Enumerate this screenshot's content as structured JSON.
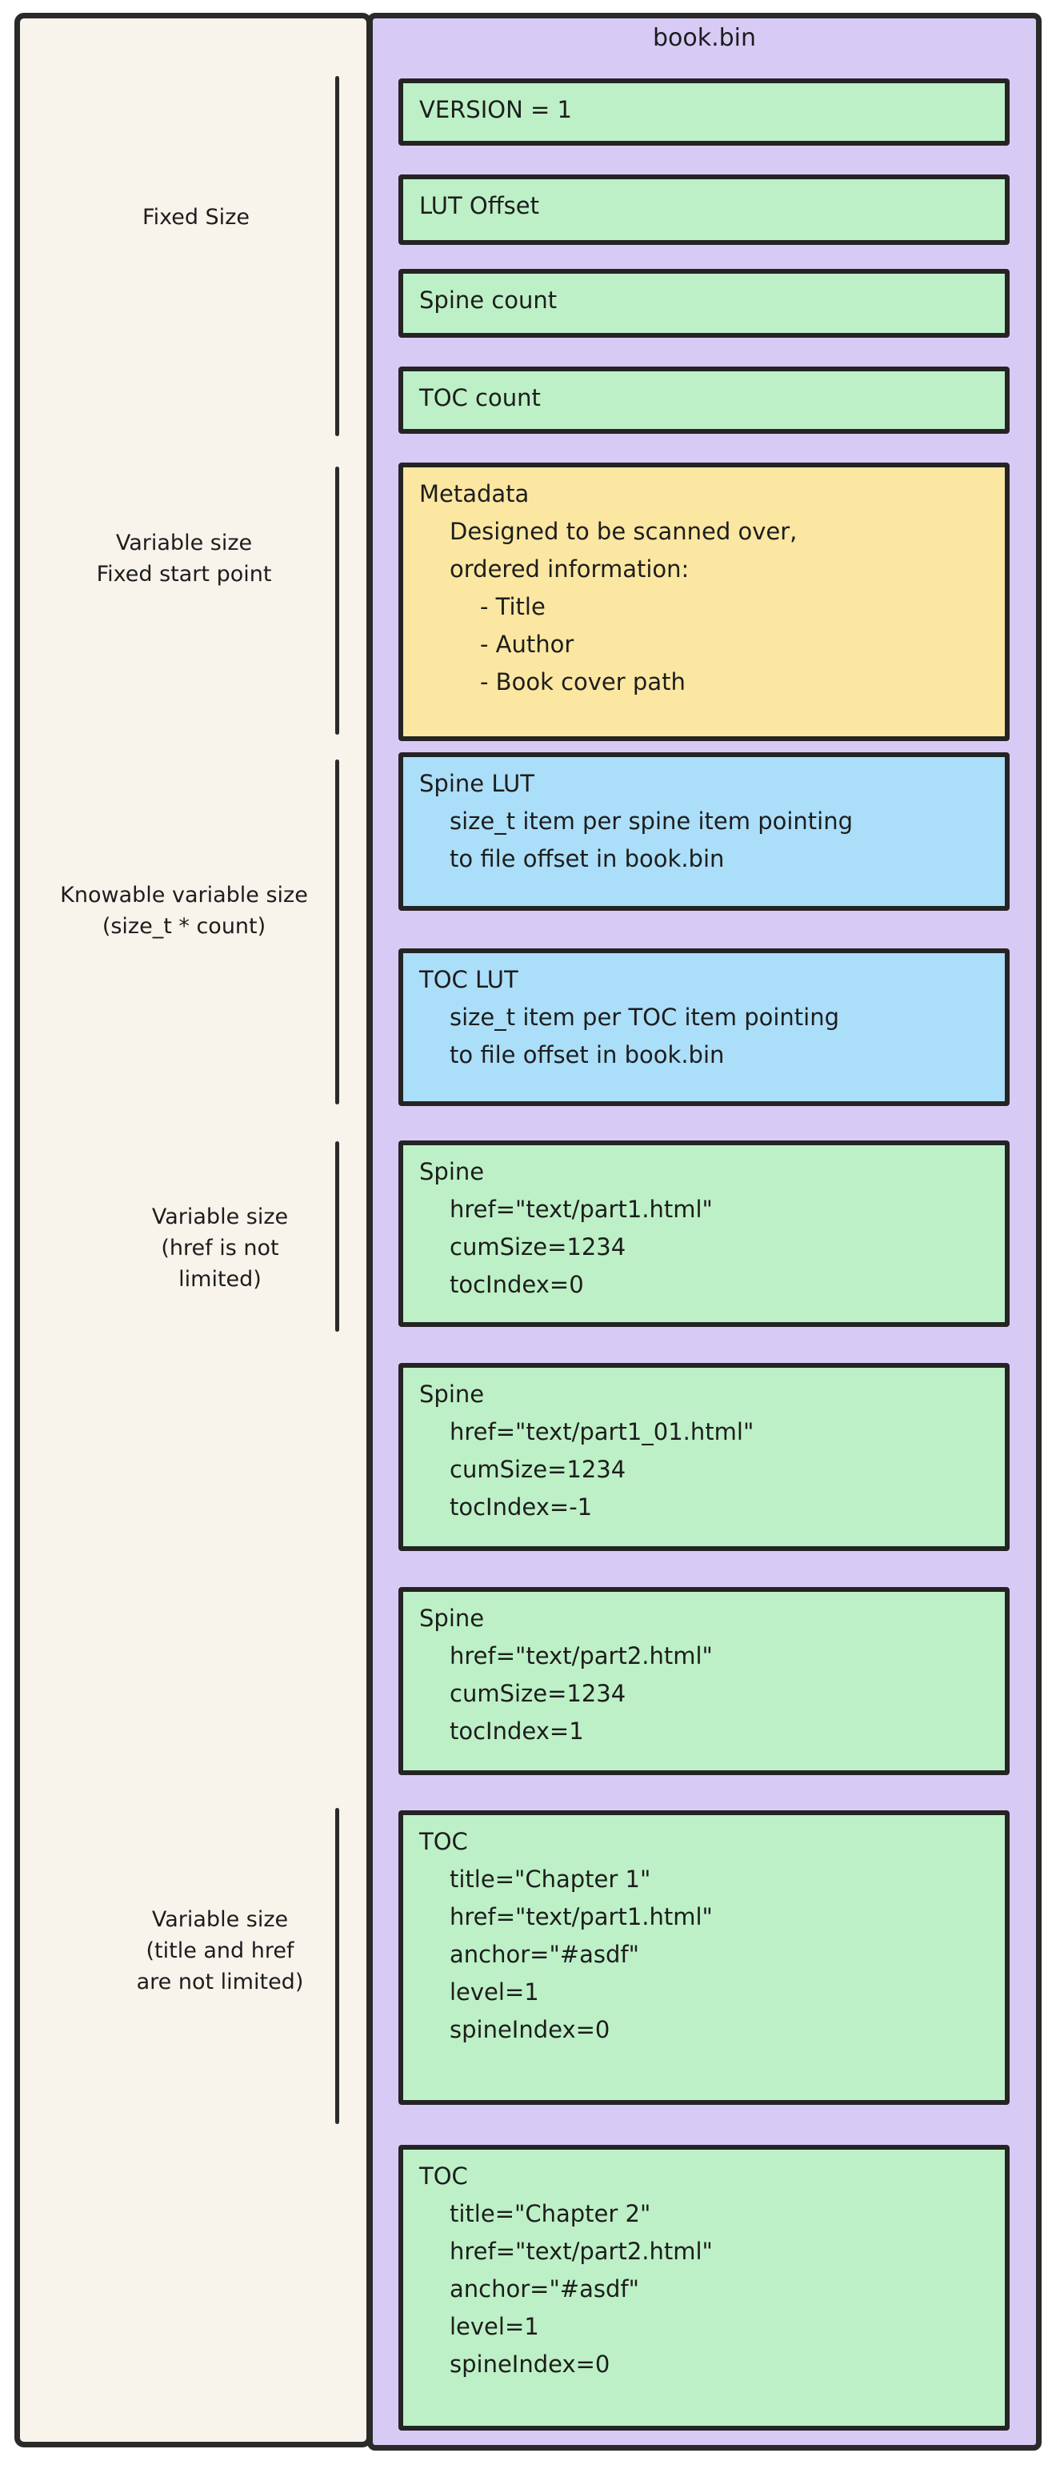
{
  "file": {
    "title": "book.bin"
  },
  "colors": {
    "panel_background": "#f8f3eb",
    "container_purple": "#d7cbf6",
    "field_green": "#bdf0c6",
    "metadata_yellow": "#fbe7a1",
    "lut_blue": "#abdef9",
    "stroke": "#2a2a2a"
  },
  "left_labels": [
    {
      "lines": [
        "Fixed Size"
      ]
    },
    {
      "lines": [
        "Variable size",
        "Fixed start point"
      ]
    },
    {
      "lines": [
        "Knowable variable size",
        "(size_t * count)"
      ]
    },
    {
      "lines": [
        "Variable size",
        "(href is not",
        "limited)"
      ]
    },
    {
      "lines": [
        "Variable size",
        "(title and href",
        "are not limited)"
      ]
    }
  ],
  "boxes": [
    {
      "name": "version",
      "color": "green",
      "lines": [
        "VERSION = 1"
      ]
    },
    {
      "name": "lut-offset",
      "color": "green",
      "lines": [
        "LUT Offset"
      ]
    },
    {
      "name": "spine-count",
      "color": "green",
      "lines": [
        "Spine count"
      ]
    },
    {
      "name": "toc-count",
      "color": "green",
      "lines": [
        "TOC count"
      ]
    },
    {
      "name": "metadata",
      "color": "yellow",
      "lines": [
        "Metadata",
        "Designed to be scanned over,",
        "ordered information:",
        "- Title",
        "- Author",
        "- Book cover path"
      ]
    },
    {
      "name": "spine-lut",
      "color": "blue",
      "lines": [
        "Spine LUT",
        "size_t item per spine item pointing",
        "to file offset in book.bin"
      ]
    },
    {
      "name": "toc-lut",
      "color": "blue",
      "lines": [
        "TOC LUT",
        "size_t item per TOC item pointing",
        "to file offset in book.bin"
      ]
    },
    {
      "name": "spine-1",
      "color": "green",
      "lines": [
        "Spine",
        "href=\"text/part1.html\"",
        "cumSize=1234",
        "tocIndex=0"
      ]
    },
    {
      "name": "spine-2",
      "color": "green",
      "lines": [
        "Spine",
        "href=\"text/part1_01.html\"",
        "cumSize=1234",
        "tocIndex=-1"
      ]
    },
    {
      "name": "spine-3",
      "color": "green",
      "lines": [
        "Spine",
        "href=\"text/part2.html\"",
        "cumSize=1234",
        "tocIndex=1"
      ]
    },
    {
      "name": "toc-1",
      "color": "green",
      "lines": [
        "TOC",
        "title=\"Chapter 1\"",
        "href=\"text/part1.html\"",
        "anchor=\"#asdf\"",
        "level=1",
        "spineIndex=0"
      ]
    },
    {
      "name": "toc-2",
      "color": "green",
      "lines": [
        "TOC",
        "title=\"Chapter 2\"",
        "href=\"text/part2.html\"",
        "anchor=\"#asdf\"",
        "level=1",
        "spineIndex=0"
      ]
    }
  ]
}
